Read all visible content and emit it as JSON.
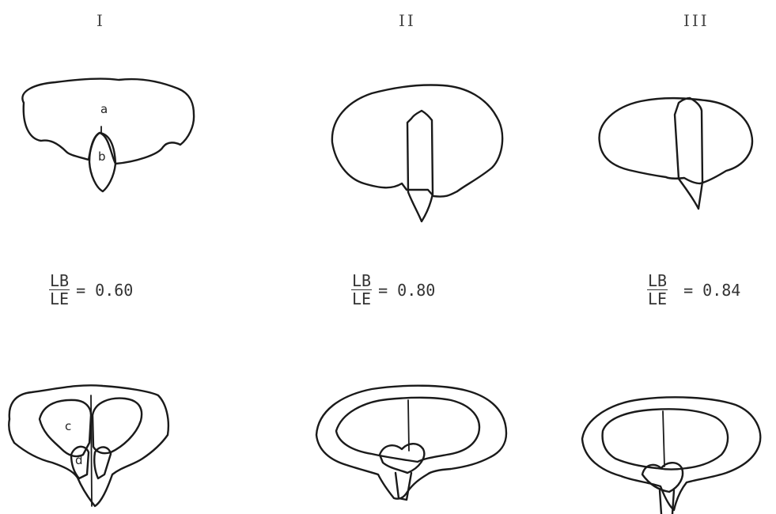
{
  "columns": [
    {
      "numeral": "I",
      "ratio_num": "LB",
      "ratio_den": "LE",
      "ratio_text": "= 0.60"
    },
    {
      "numeral": "II",
      "ratio_num": "LB",
      "ratio_den": "LE",
      "ratio_text": "= 0.80"
    },
    {
      "numeral": "III",
      "ratio_num": "LB",
      "ratio_den": "LE",
      "ratio_text": "= 0.84"
    }
  ],
  "part_labels": {
    "a": "a",
    "b": "b",
    "c": "c",
    "d": "d"
  }
}
